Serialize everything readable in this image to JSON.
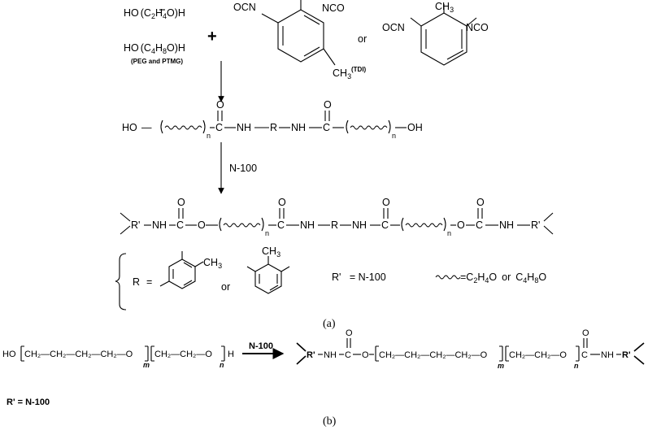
{
  "reactants": {
    "peg": {
      "pre": "HO",
      "a": "C",
      "sub_a": "2",
      "b": "H",
      "sub_b": "4",
      "c": "O",
      "post": "H"
    },
    "ptmg": {
      "pre": "HO",
      "a": "C",
      "sub_a": "4",
      "b": "H",
      "sub_b": "8",
      "c": "O",
      "post": "H"
    },
    "polyol_label": "(PEG and PTMG)",
    "plus": "+",
    "nco": "NCO",
    "ocn": "OCN",
    "ch3": "CH",
    "ch3_sub": "3",
    "or": "or",
    "tdi_label": "(TDI)"
  },
  "prepolymer": {
    "ho": "HO",
    "n": "n",
    "c": "C",
    "o": "O",
    "nh": "NH",
    "r": "R",
    "oh": "OH",
    "dash": "—"
  },
  "step2_reagent": "N-100",
  "network": {
    "r_prime": "R'",
    "nh": "NH",
    "c": "C",
    "o": "O",
    "n": "n",
    "r": "R"
  },
  "legend": {
    "r": "R",
    "eq": "=",
    "or": "or",
    "ch3": "CH",
    "ch3_sub": "3",
    "r_prime_def": "R'   = N-100",
    "wavy_eq": "=C",
    "wavy_sub1": "2",
    "wavy_h": "H",
    "wavy_sub2": "4",
    "wavy_o": "O",
    "or2": "or",
    "alt_c": "C",
    "alt_sub1": "4",
    "alt_h": "H",
    "alt_sub2": "8",
    "alt_o": "O"
  },
  "caption_a": "(a)",
  "part_b": {
    "left_start": "HO",
    "left_chain": "CH₂—CH₂—CH₂—CH₂—O",
    "m": "m",
    "left_chain2": "CH₂—CH₂—O",
    "n": "n",
    "left_end": "H",
    "reagent": "N-100",
    "r_prime": "R'",
    "nh": "NH",
    "c": "C",
    "o": "O",
    "right_chain": "CH₂—CH₂—CH₂—CH₂—O",
    "right_chain2": "CH₂—CH₂—O",
    "r_prime_def": "R' = N-100"
  },
  "caption_b": "(b)"
}
